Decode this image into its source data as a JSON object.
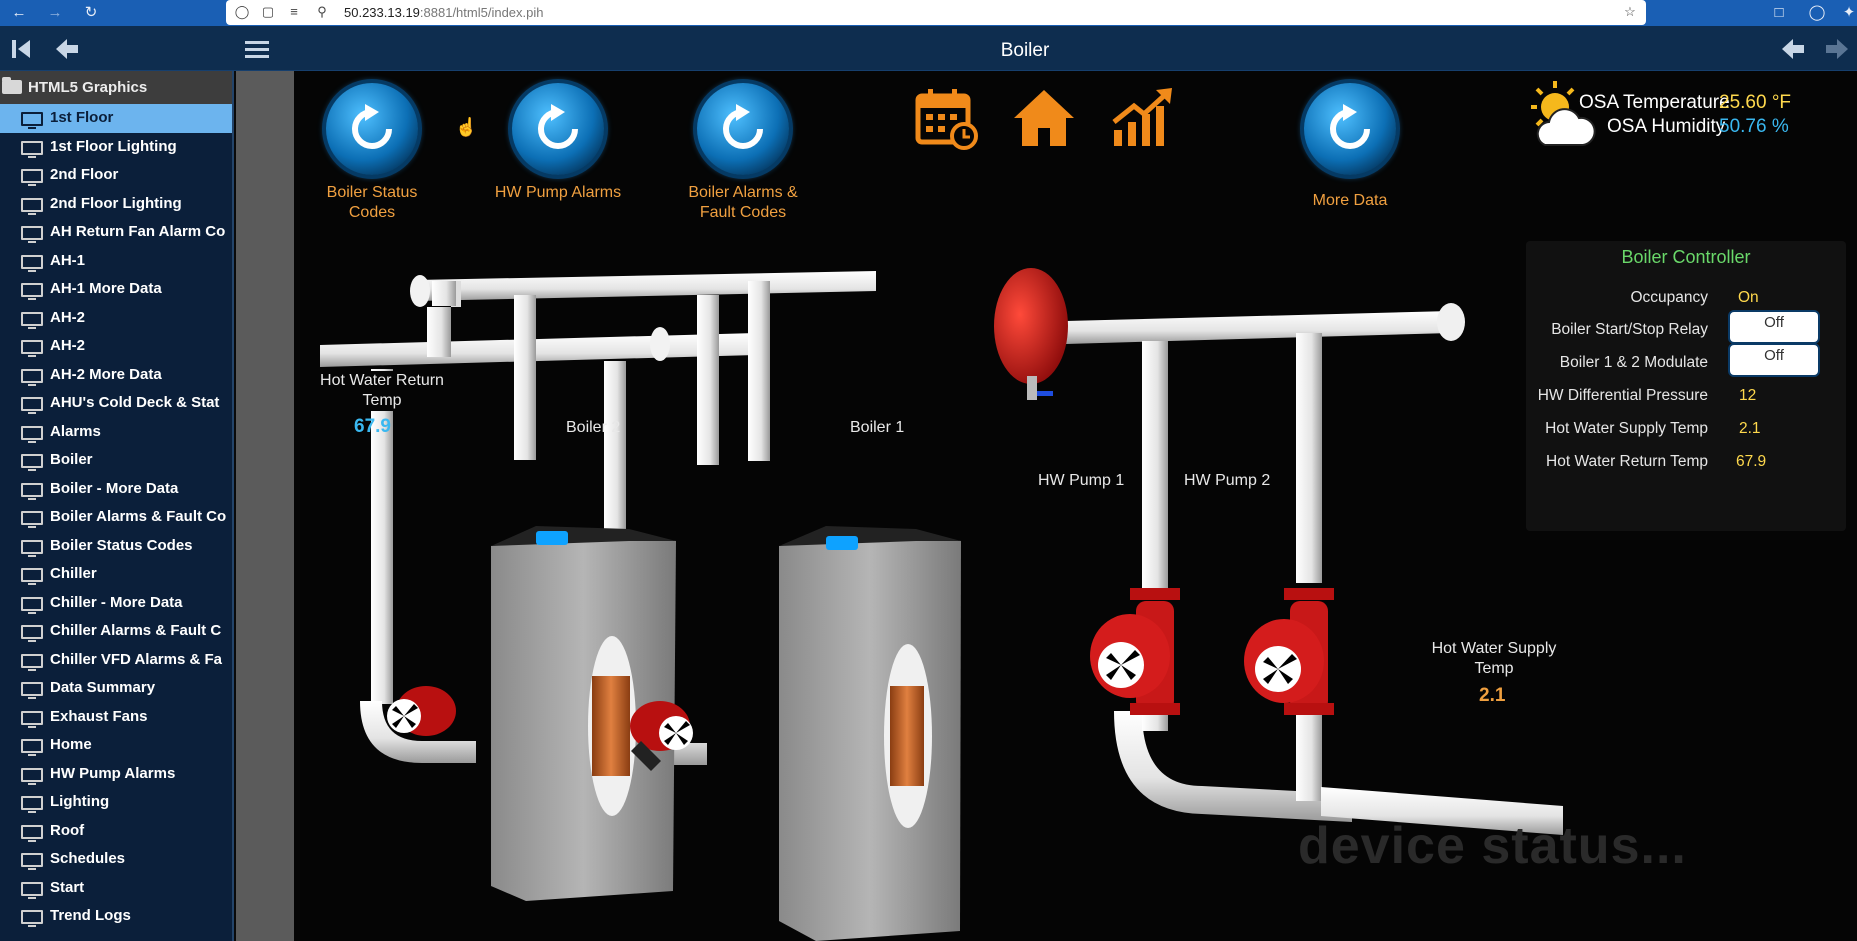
{
  "browser": {
    "url_host": "50.233.13.19",
    "url_rest": ":8881/html5/index.pih"
  },
  "toolbar": {
    "title": "Boiler"
  },
  "sidebar": {
    "root_label": "HTML5 Graphics",
    "items": [
      {
        "label": "1st Floor",
        "active": true
      },
      {
        "label": "1st Floor Lighting"
      },
      {
        "label": "2nd Floor"
      },
      {
        "label": "2nd Floor Lighting"
      },
      {
        "label": "AH Return Fan Alarm Co"
      },
      {
        "label": "AH-1"
      },
      {
        "label": "AH-1 More Data"
      },
      {
        "label": "AH-2"
      },
      {
        "label": "AH-2"
      },
      {
        "label": "AH-2 More Data"
      },
      {
        "label": "AHU's Cold Deck & Stat"
      },
      {
        "label": "Alarms"
      },
      {
        "label": "Boiler"
      },
      {
        "label": "Boiler - More Data"
      },
      {
        "label": "Boiler Alarms & Fault Co"
      },
      {
        "label": "Boiler Status Codes"
      },
      {
        "label": "Chiller"
      },
      {
        "label": "Chiller - More Data"
      },
      {
        "label": "Chiller Alarms & Fault C"
      },
      {
        "label": "Chiller VFD Alarms & Fa"
      },
      {
        "label": "Data Summary"
      },
      {
        "label": "Exhaust Fans"
      },
      {
        "label": "Home"
      },
      {
        "label": "HW Pump Alarms"
      },
      {
        "label": "Lighting"
      },
      {
        "label": "Roof"
      },
      {
        "label": "Schedules"
      },
      {
        "label": "Start"
      },
      {
        "label": "Trend Logs"
      }
    ]
  },
  "nav_buttons": {
    "boiler_status": "Boiler Status\nCodes",
    "hw_pump_alarms": "HW Pump Alarms",
    "boiler_alarms": "Boiler Alarms &\nFault Codes",
    "more_data": "More Data"
  },
  "osa": {
    "temp_label": "OSA Temperature",
    "temp_value": "25.60 °F",
    "humidity_label": "OSA Humidity",
    "humidity_value": "50.76 %"
  },
  "controller": {
    "title": "Boiler Controller",
    "rows": [
      {
        "label": "Occupancy",
        "value": "On"
      },
      {
        "label": "Boiler Start/Stop Relay",
        "value": "Off"
      },
      {
        "label": "Boiler 1 & 2 Modulate",
        "value": "Off"
      },
      {
        "label": "HW Differential Pressure",
        "value": "12"
      },
      {
        "label": "Hot Water Supply Temp",
        "value": "2.1"
      },
      {
        "label": "Hot Water Return Temp",
        "value": "67.9"
      }
    ]
  },
  "scene": {
    "hw_return_label": "Hot Water Return\nTemp",
    "hw_return_value": "67.9",
    "boiler2_label": "Boiler 2",
    "boiler1_label": "Boiler 1",
    "pump1_label": "HW Pump 1",
    "pump2_label": "HW Pump 2",
    "hw_supply_label": "Hot Water Supply\nTemp",
    "hw_supply_value": "2.1"
  },
  "watermark": "device status...",
  "colors": {
    "accent_orange": "#f0a040",
    "accent_blue": "#3ab8f0",
    "controller_title": "#6ad86a",
    "controller_value": "#ffd94d",
    "pump_red": "#c81818"
  }
}
